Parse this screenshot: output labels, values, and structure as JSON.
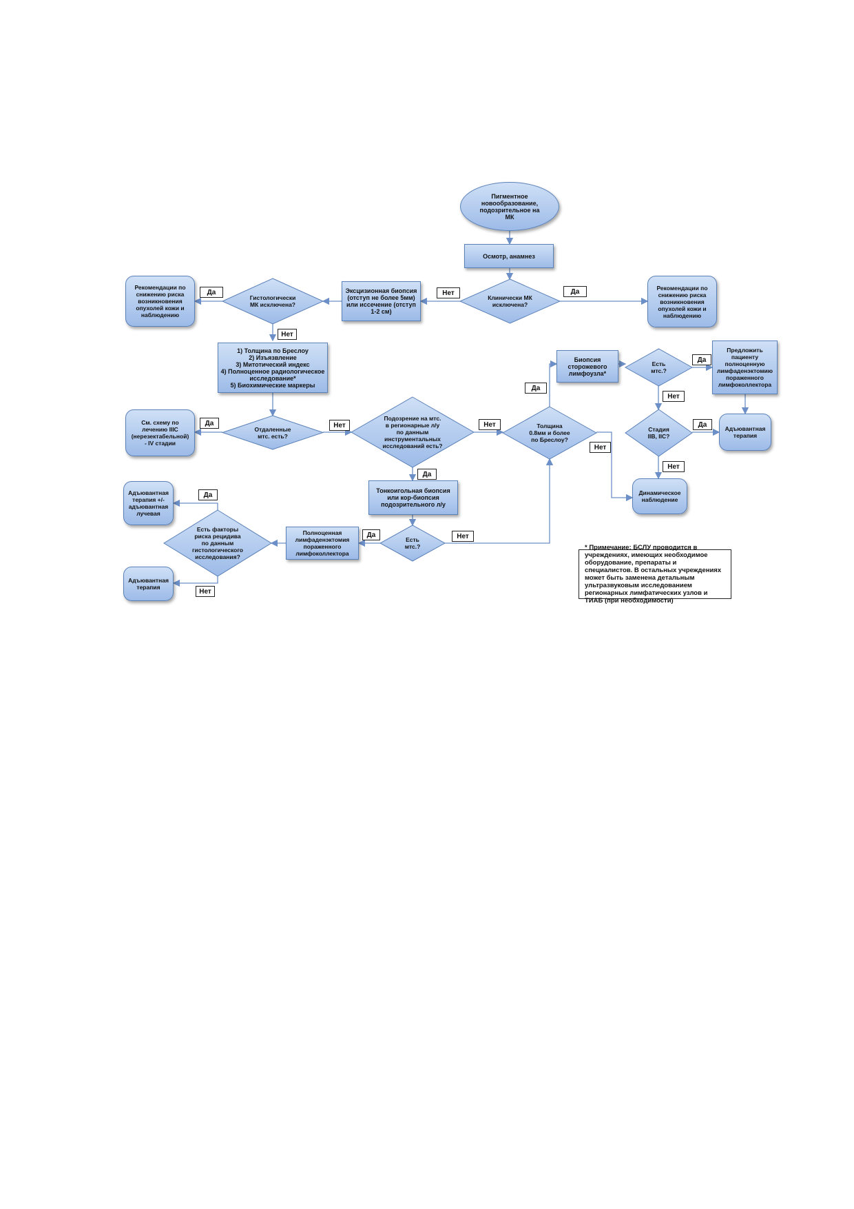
{
  "start": "Пигментное\nновообразование,\nподозрительное на\nМК",
  "exam": "Осмотр, анамнез",
  "q_clinical": "Клинически МК\nисключена?",
  "rec_right": "Рекомендации по\nснижению риска\nвозникновения\nопухолей кожи и\nнаблюдению",
  "excision": "Эксцизионная биопсия\n(отступ не более 5мм)\nили иссечение (отступ\n1-2 см)",
  "q_histo": "Гистологически\nМК исключена?",
  "rec_left": "Рекомендации по\nснижению риска\nвозникновения\nопухолей кожи и\nнаблюдению",
  "criteria": "1) Толщина по Бреслоу\n2) Изъязвление\n3) Митотический индекс\n4) Полноценное радиологическое\nисследование*\n5) Биохимические маркеры",
  "q_distant": "Отдаленные\nмтс. есть?",
  "scheme": "См. схему по\nлечению IIIC\n(нерезектабельной)\n- IV стадии",
  "q_regional": "Подозрение на мтс.\nв регионарные л/у\nпо данным\nинструментальных\nисследований есть?",
  "q_thickness": "Толщина\n0.8мм и более\nпо Бреслоу?",
  "sentinel": "Биопсия\nсторожевого\nлимфоузла*",
  "q_mts1": "Есть\nмтс.?",
  "offer": "Предложить\nпациенту\nполноценную\nлимфаденэктомию\nпораженного\nлимфоколлектора",
  "q_stage": "Стадия\nIIB, IIC?",
  "adjuvant_right": "Адъювантная\nтерапия",
  "dynamic": "Динамическое\nнаблюдение",
  "fine_needle": "Тонкоигольная биопсия\nили кор-биопсия\nподозрительного л/у",
  "q_mts2": "Есть\nмтс.?",
  "lymphadenectomy": "Полноценная\nлимфаденэктомия\nпораженного\nлимфоколлектора",
  "q_risk": "Есть факторы\nриска рецидива\nпо данным\nгистологического\nисследования?",
  "adjuvant_ray": "Адъювантная\nтерапия +/-\nадъювантная\nлучевая",
  "adjuvant_left": "Адъювантная\nтерапия",
  "note": "* Примечание: БСЛУ проводится в учреждениях, имеющих необходимое оборудование, препараты и специалистов. В остальных учреждениях может быть заменена детальным ультразвуковым исследованием регионарных лимфатических узлов и ТИАБ (при необходимости)",
  "yes": "Да",
  "no": "Нет",
  "colors": {
    "fill_top": "#cfe0f6",
    "fill_bottom": "#9dbbe8",
    "border": "#5a80b8",
    "line": "#6b8fc6"
  }
}
